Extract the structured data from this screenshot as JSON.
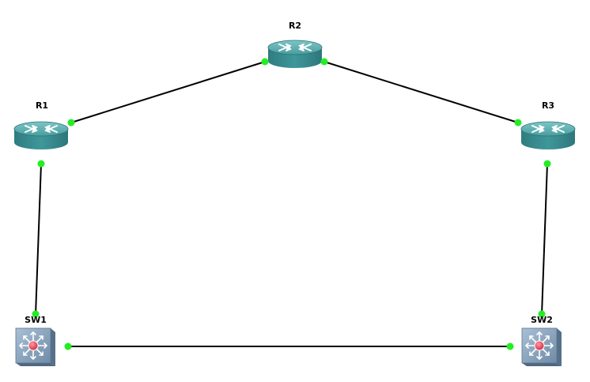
{
  "topology": {
    "nodes": [
      {
        "id": "R1",
        "label": "R1",
        "type": "router"
      },
      {
        "id": "R2",
        "label": "R2",
        "type": "router"
      },
      {
        "id": "R3",
        "label": "R3",
        "type": "router"
      },
      {
        "id": "SW1",
        "label": "SW1",
        "type": "switch"
      },
      {
        "id": "SW2",
        "label": "SW2",
        "type": "switch"
      }
    ],
    "links": [
      {
        "from": "R1",
        "to": "R2",
        "status": "up"
      },
      {
        "from": "R2",
        "to": "R3",
        "status": "up"
      },
      {
        "from": "R1",
        "to": "SW1",
        "status": "up"
      },
      {
        "from": "R3",
        "to": "SW2",
        "status": "up"
      },
      {
        "from": "SW1",
        "to": "SW2",
        "status": "up"
      }
    ]
  },
  "colors": {
    "link": "#000000",
    "link_status_up": "#22ee22",
    "router_body": "#3a8f92",
    "router_top": "#5fb3b5",
    "switch_body": "#7f9bb5",
    "switch_core": "#e8475a"
  }
}
